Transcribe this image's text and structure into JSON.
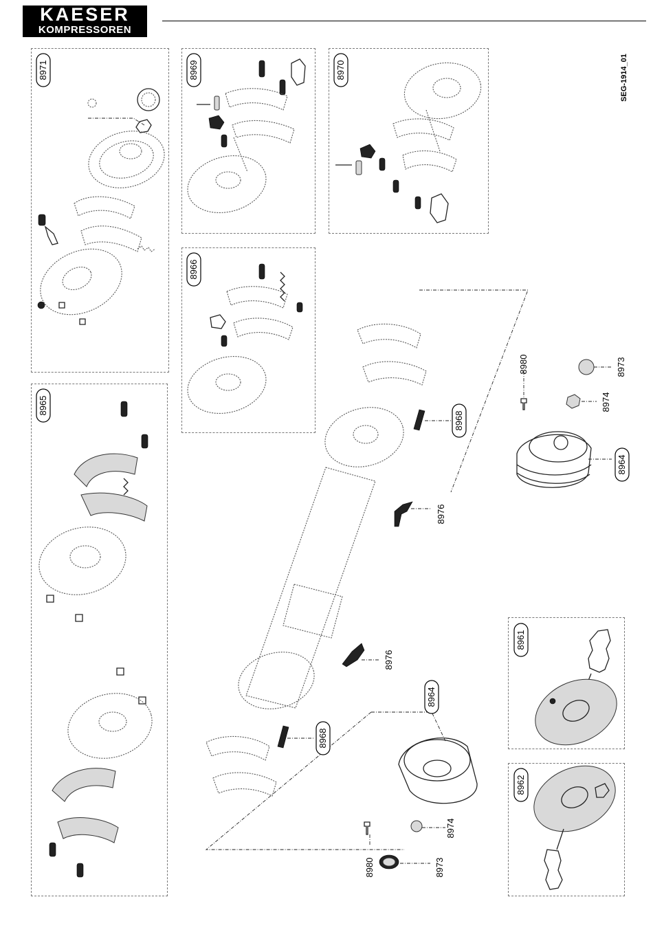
{
  "logo": {
    "line1": "KAESER",
    "line2": "KOMPRESSOREN"
  },
  "drawing_ref": "SEG-1914_01",
  "panels": [
    {
      "label": "8971"
    },
    {
      "label": "8969"
    },
    {
      "label": "8970"
    },
    {
      "label": "8966"
    },
    {
      "label": "8965"
    },
    {
      "label": "8961"
    },
    {
      "label": "8962"
    }
  ],
  "callouts": {
    "c8980_top": "8980",
    "c8973_top": "8973",
    "c8974_top": "8974",
    "c8964_top": "8964",
    "c8968_top": "8968",
    "c8976_top": "8976",
    "c8976_mid": "8976",
    "c8964_bot": "8964",
    "c8968_bot": "8968",
    "c8974_bot": "8974",
    "c8980_bot": "8980",
    "c8973_bot": "8973"
  },
  "colors": {
    "ink": "#000000",
    "line": "#555555",
    "paper": "#ffffff"
  }
}
